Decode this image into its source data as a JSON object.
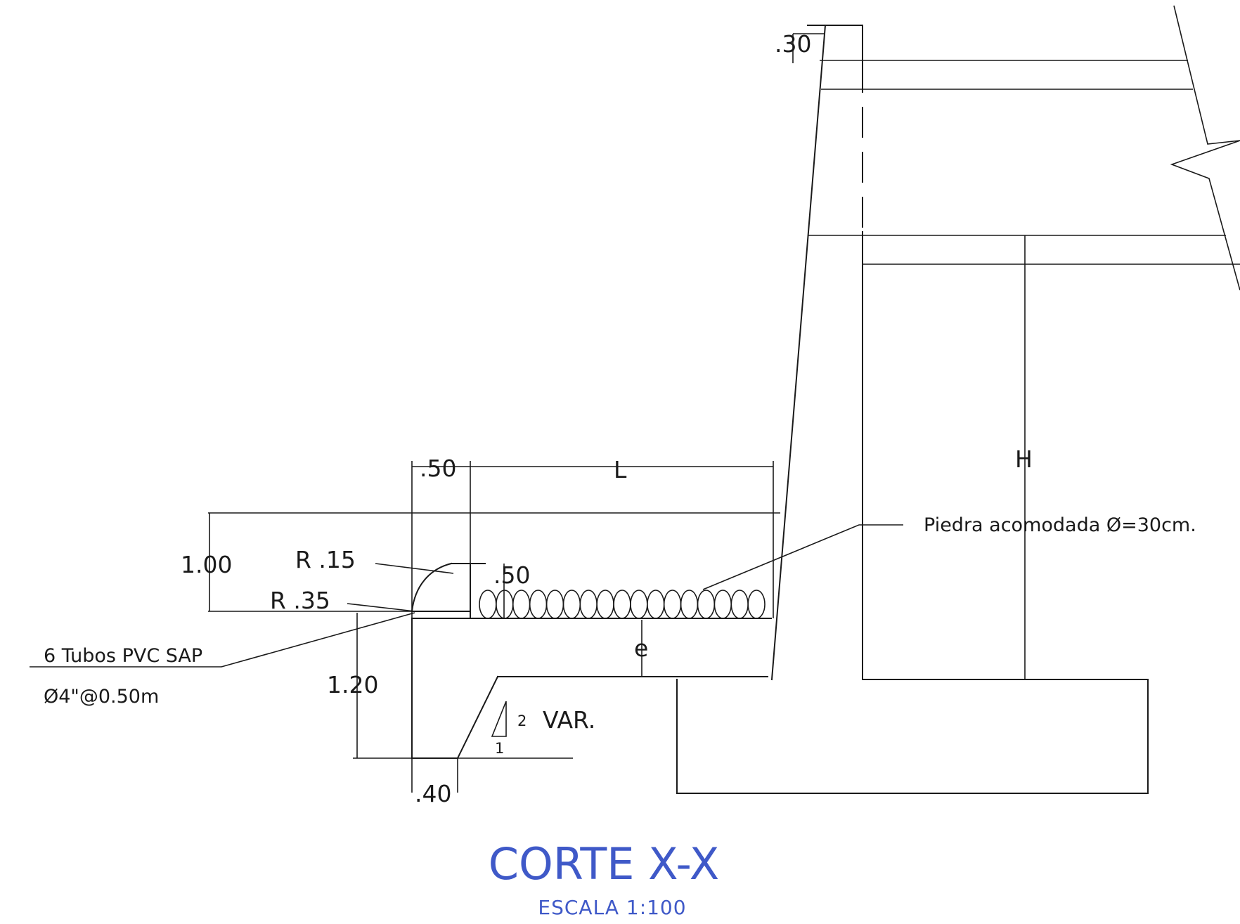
{
  "title": "CORTE X-X",
  "scale": "ESCALA  1:100",
  "colors": {
    "line": "#1a1a1a",
    "title": "#3f59c8"
  },
  "dimensions": {
    "top_width": ".30",
    "apron_step": ".50",
    "length": "L",
    "height": "H",
    "drop_height": "1.00",
    "radius_small": "R  .15",
    "radius_large": "R  .35",
    "end_sill": ".50",
    "thickness": "e",
    "cutoff_depth": "1.20",
    "cutoff_width": ".40",
    "slope_rise": "2",
    "slope_run": "1",
    "variable": "VAR."
  },
  "notes": {
    "stone": "Piedra acomodada Ø=30cm.",
    "pipes_line1": "6 Tubos PVC SAP",
    "pipes_line2": "Ø4\"@0.50m"
  }
}
